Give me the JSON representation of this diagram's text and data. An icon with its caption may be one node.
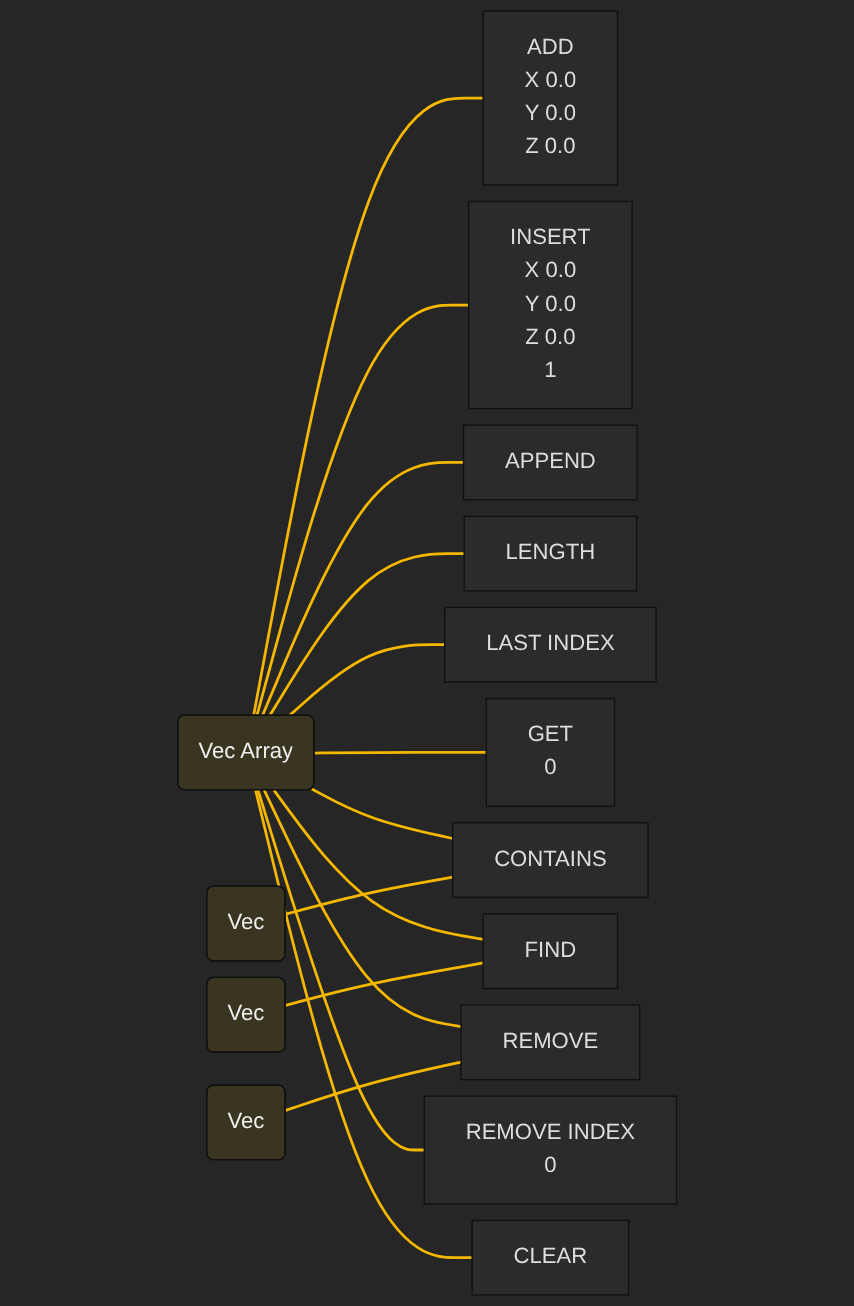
{
  "diagram": {
    "nodes": [
      {
        "text": [
          "Vec Array"
        ]
      },
      {
        "text": [
          "ADD",
          "X 0.0",
          "Y 0.0",
          "Z 0.0"
        ]
      },
      {
        "text": [
          "INSERT",
          "X 0.0",
          "Y 0.0",
          "Z 0.0",
          "1"
        ]
      },
      {
        "text": [
          "APPEND"
        ]
      },
      {
        "text": [
          "LENGTH"
        ]
      },
      {
        "text": [
          "LAST INDEX"
        ]
      },
      {
        "text": [
          "GET",
          "0"
        ]
      },
      {
        "text": [
          "Vec"
        ]
      },
      {
        "text": [
          "CONTAINS"
        ]
      },
      {
        "text": [
          "Vec"
        ]
      },
      {
        "text": [
          "FIND"
        ]
      },
      {
        "text": [
          "Vec"
        ]
      },
      {
        "text": [
          "REMOVE"
        ]
      },
      {
        "text": [
          "REMOVE INDEX",
          "0"
        ]
      },
      {
        "text": [
          "CLEAR"
        ]
      }
    ],
    "edges": [
      {
        "from": 0,
        "to": 1,
        "arrow": "none"
      },
      {
        "from": 0,
        "to": 2,
        "arrow": "none"
      },
      {
        "from": 0,
        "to": 3,
        "arrow": "none"
      },
      {
        "from": 0,
        "to": 4,
        "arrow": "none"
      },
      {
        "from": 0,
        "to": 5,
        "arrow": "none"
      },
      {
        "from": 0,
        "to": 6,
        "arrow": "none"
      },
      {
        "from": 0,
        "to": 8,
        "arrow": "none"
      },
      {
        "from": 7,
        "to": 8,
        "arrow": "none"
      },
      {
        "from": 0,
        "to": 10,
        "arrow": "none"
      },
      {
        "from": 9,
        "to": 10,
        "arrow": "none"
      },
      {
        "from": 0,
        "to": 12,
        "arrow": "none"
      },
      {
        "from": 11,
        "to": 12,
        "arrow": "none"
      },
      {
        "from": 0,
        "to": 13,
        "arrow": "none"
      },
      {
        "from": 0,
        "to": 14,
        "arrow": "none"
      }
    ]
  }
}
